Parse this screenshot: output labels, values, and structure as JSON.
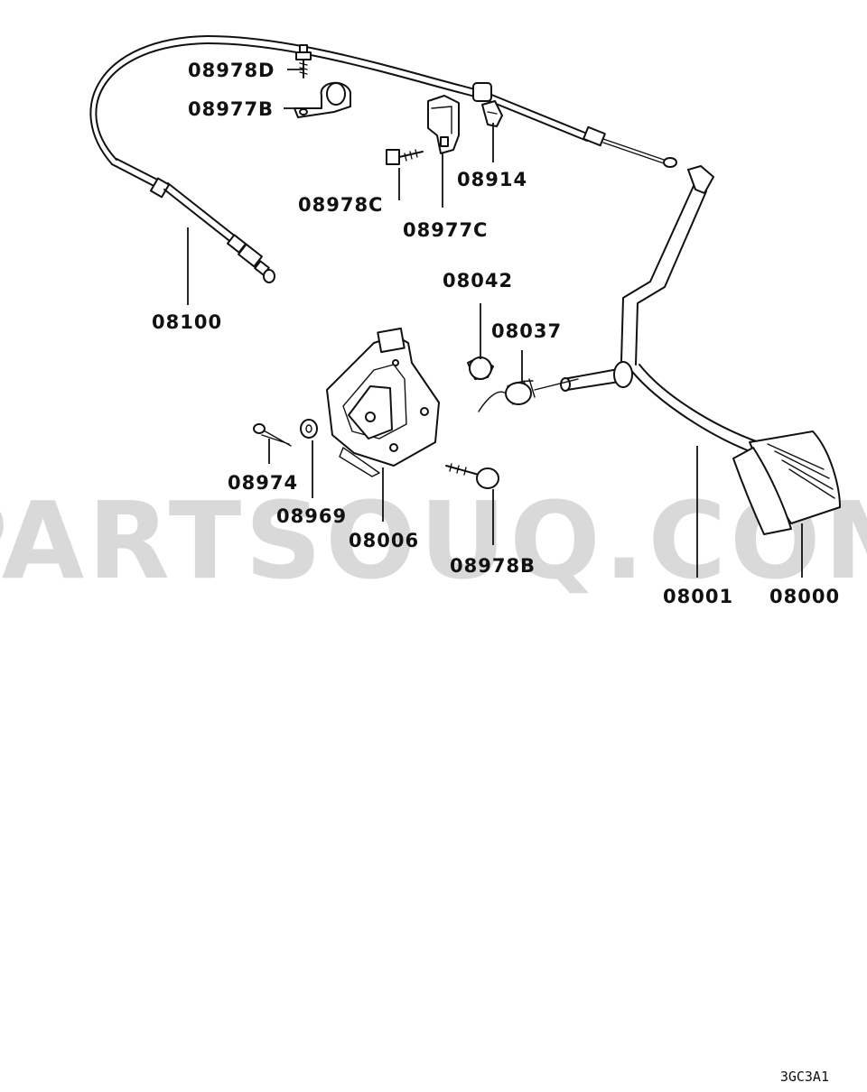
{
  "watermark": "PARTSOUQ.COM",
  "diagram_code": "3GC3A1",
  "parts": [
    {
      "id": "08978D"
    },
    {
      "id": "08977B"
    },
    {
      "id": "08914"
    },
    {
      "id": "08978C"
    },
    {
      "id": "08977C"
    },
    {
      "id": "08100"
    },
    {
      "id": "08042"
    },
    {
      "id": "08037"
    },
    {
      "id": "08974"
    },
    {
      "id": "08969"
    },
    {
      "id": "08006"
    },
    {
      "id": "08978B"
    },
    {
      "id": "08001"
    },
    {
      "id": "08000"
    }
  ]
}
